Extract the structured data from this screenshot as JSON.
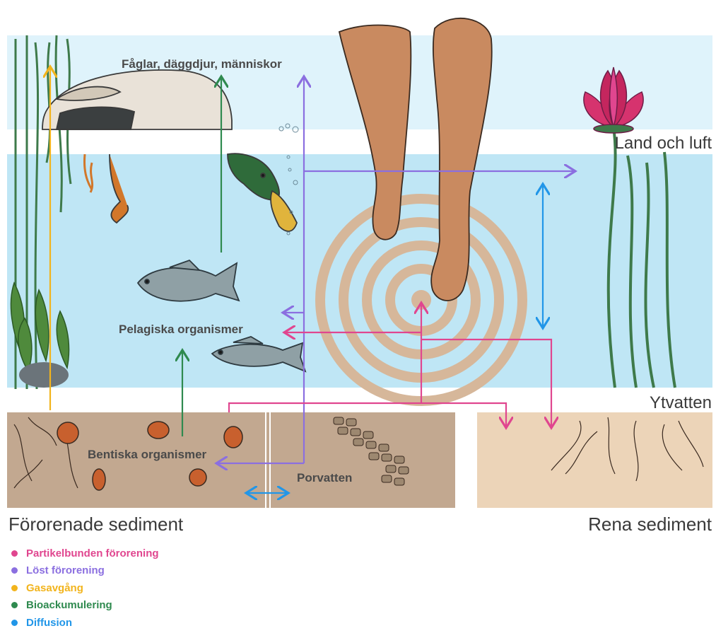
{
  "labels": {
    "birds": "Fåglar, däggdjur, människor",
    "land_air": "Land och luft",
    "pelagic": "Pelagiska organismer",
    "surface_water": "Ytvatten",
    "benthic": "Bentiska organismer",
    "porewater": "Porvatten",
    "contaminated": "Förorenade sediment",
    "clean": "Rena sediment"
  },
  "legend": [
    {
      "label": "Partikelbunden förorening",
      "color": "#e0468f"
    },
    {
      "label": "Löst förorening",
      "color": "#8b6fe0"
    },
    {
      "label": "Gasavgång",
      "color": "#f2b41c"
    },
    {
      "label": "Bioackumulering",
      "color": "#2f8a4f"
    },
    {
      "label": "Diffusion",
      "color": "#2196e8"
    }
  ],
  "colors": {
    "sky": "#dff3fb",
    "water": "#bfe6f5",
    "sediment": "#c2a890",
    "clean_sediment": "#ecd4b8",
    "skin": "#c98a60",
    "ripple": "#d6b79a"
  }
}
